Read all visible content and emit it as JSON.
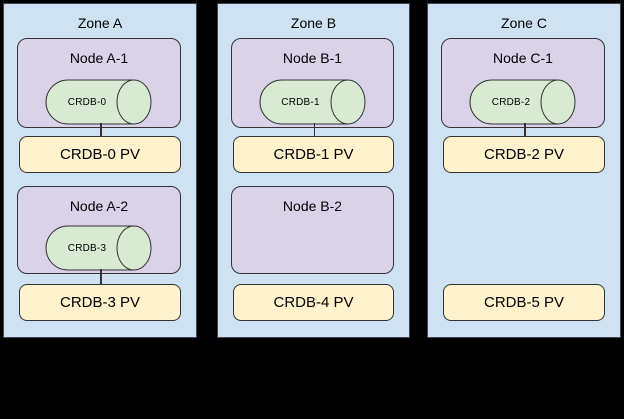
{
  "diagram": {
    "colors": {
      "zone_fill": "#cfe2f3",
      "node_fill": "#d9d2e9",
      "pod_fill": "#d9ead3",
      "pv_fill": "#fff2cc",
      "border": "#333333",
      "bg": "#000000",
      "text": "#000000"
    },
    "zones": [
      {
        "label": "Zone A",
        "nodes": [
          {
            "label": "Node A-1",
            "pod": "CRDB-0"
          },
          {
            "label": "Node A-2",
            "pod": "CRDB-3"
          }
        ],
        "pvs": [
          "CRDB-0 PV",
          "CRDB-3 PV"
        ]
      },
      {
        "label": "Zone B",
        "nodes": [
          {
            "label": "Node B-1",
            "pod": "CRDB-1"
          },
          {
            "label": "Node B-2"
          }
        ],
        "pvs": [
          "CRDB-1 PV",
          "CRDB-4 PV"
        ]
      },
      {
        "label": "Zone C",
        "nodes": [
          {
            "label": "Node C-1",
            "pod": "CRDB-2"
          }
        ],
        "pvs": [
          "CRDB-2 PV",
          "CRDB-5 PV"
        ]
      }
    ]
  }
}
